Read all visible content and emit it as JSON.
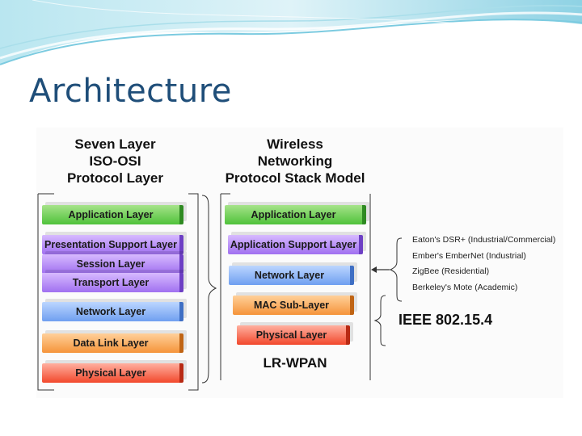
{
  "title": "Architecture",
  "left_column": {
    "heading": [
      "Seven Layer",
      "ISO-OSI",
      "Protocol Layer"
    ],
    "layers": [
      {
        "label": "Application Layer",
        "color": "green"
      },
      {
        "label": "Presentation Support Layer",
        "color": "purple"
      },
      {
        "label": "Session Layer",
        "color": "purple"
      },
      {
        "label": "Transport Layer",
        "color": "purple"
      },
      {
        "label": "Network Layer",
        "color": "blue"
      },
      {
        "label": "Data Link Layer",
        "color": "orange"
      },
      {
        "label": "Physical Layer",
        "color": "red"
      }
    ]
  },
  "right_column": {
    "heading": [
      "Wireless",
      "Networking",
      "Protocol Stack Model"
    ],
    "layers": [
      {
        "label": "Application Layer",
        "color": "green"
      },
      {
        "label": "Application Support Layer",
        "color": "purple"
      },
      {
        "label": "Network Layer",
        "color": "blue"
      },
      {
        "label": "MAC Sub-Layer",
        "color": "orange"
      },
      {
        "label": "Physical Layer",
        "color": "red"
      }
    ],
    "footer": "LR-WPAN"
  },
  "implementations": [
    "Eaton's DSR+ (Industrial/Commercial)",
    "Ember's EmberNet (Industrial)",
    "ZigBee (Residential)",
    "Berkeley's Mote (Academic)"
  ],
  "standard_label": "IEEE 802.15.4",
  "colors": {
    "title": "#1f4e79",
    "banner_light": "#d8f1f7",
    "banner_mid": "#8fd3e6",
    "green": "#4fc23a",
    "purple": "#a070f0",
    "blue": "#6f9ff0",
    "orange": "#f5943a",
    "red": "#f2482c"
  }
}
